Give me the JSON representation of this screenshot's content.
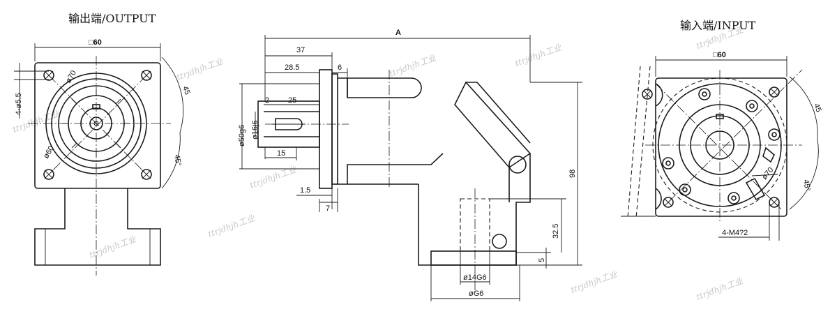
{
  "titles": {
    "output": "输出端/OUTPUT",
    "input": "输入端/INPUT"
  },
  "output_view": {
    "square": "□60",
    "holes": "4-ø5.5",
    "angle45": "45",
    "angle45b": "45°",
    "pcd": "ø70",
    "dia": "ø60"
  },
  "side_view": {
    "overall": "A",
    "d37": "37",
    "d28_5": "28.5",
    "d6": "6",
    "d2": "2",
    "d25": "25",
    "d50": "ø50g6",
    "d16": "ø16j6",
    "d15": "15",
    "d1_5": "1.5",
    "d7": "7",
    "d98": "98",
    "d32_5": "32.5",
    "d5": "5",
    "d14": "ø14G6",
    "dG6": "øG6"
  },
  "input_view": {
    "square": "□60",
    "angle45": "45",
    "angle45b": "45°",
    "pcd": "ø70",
    "holes": "4-M4?2"
  },
  "watermark": "ttrjdhjh工业"
}
